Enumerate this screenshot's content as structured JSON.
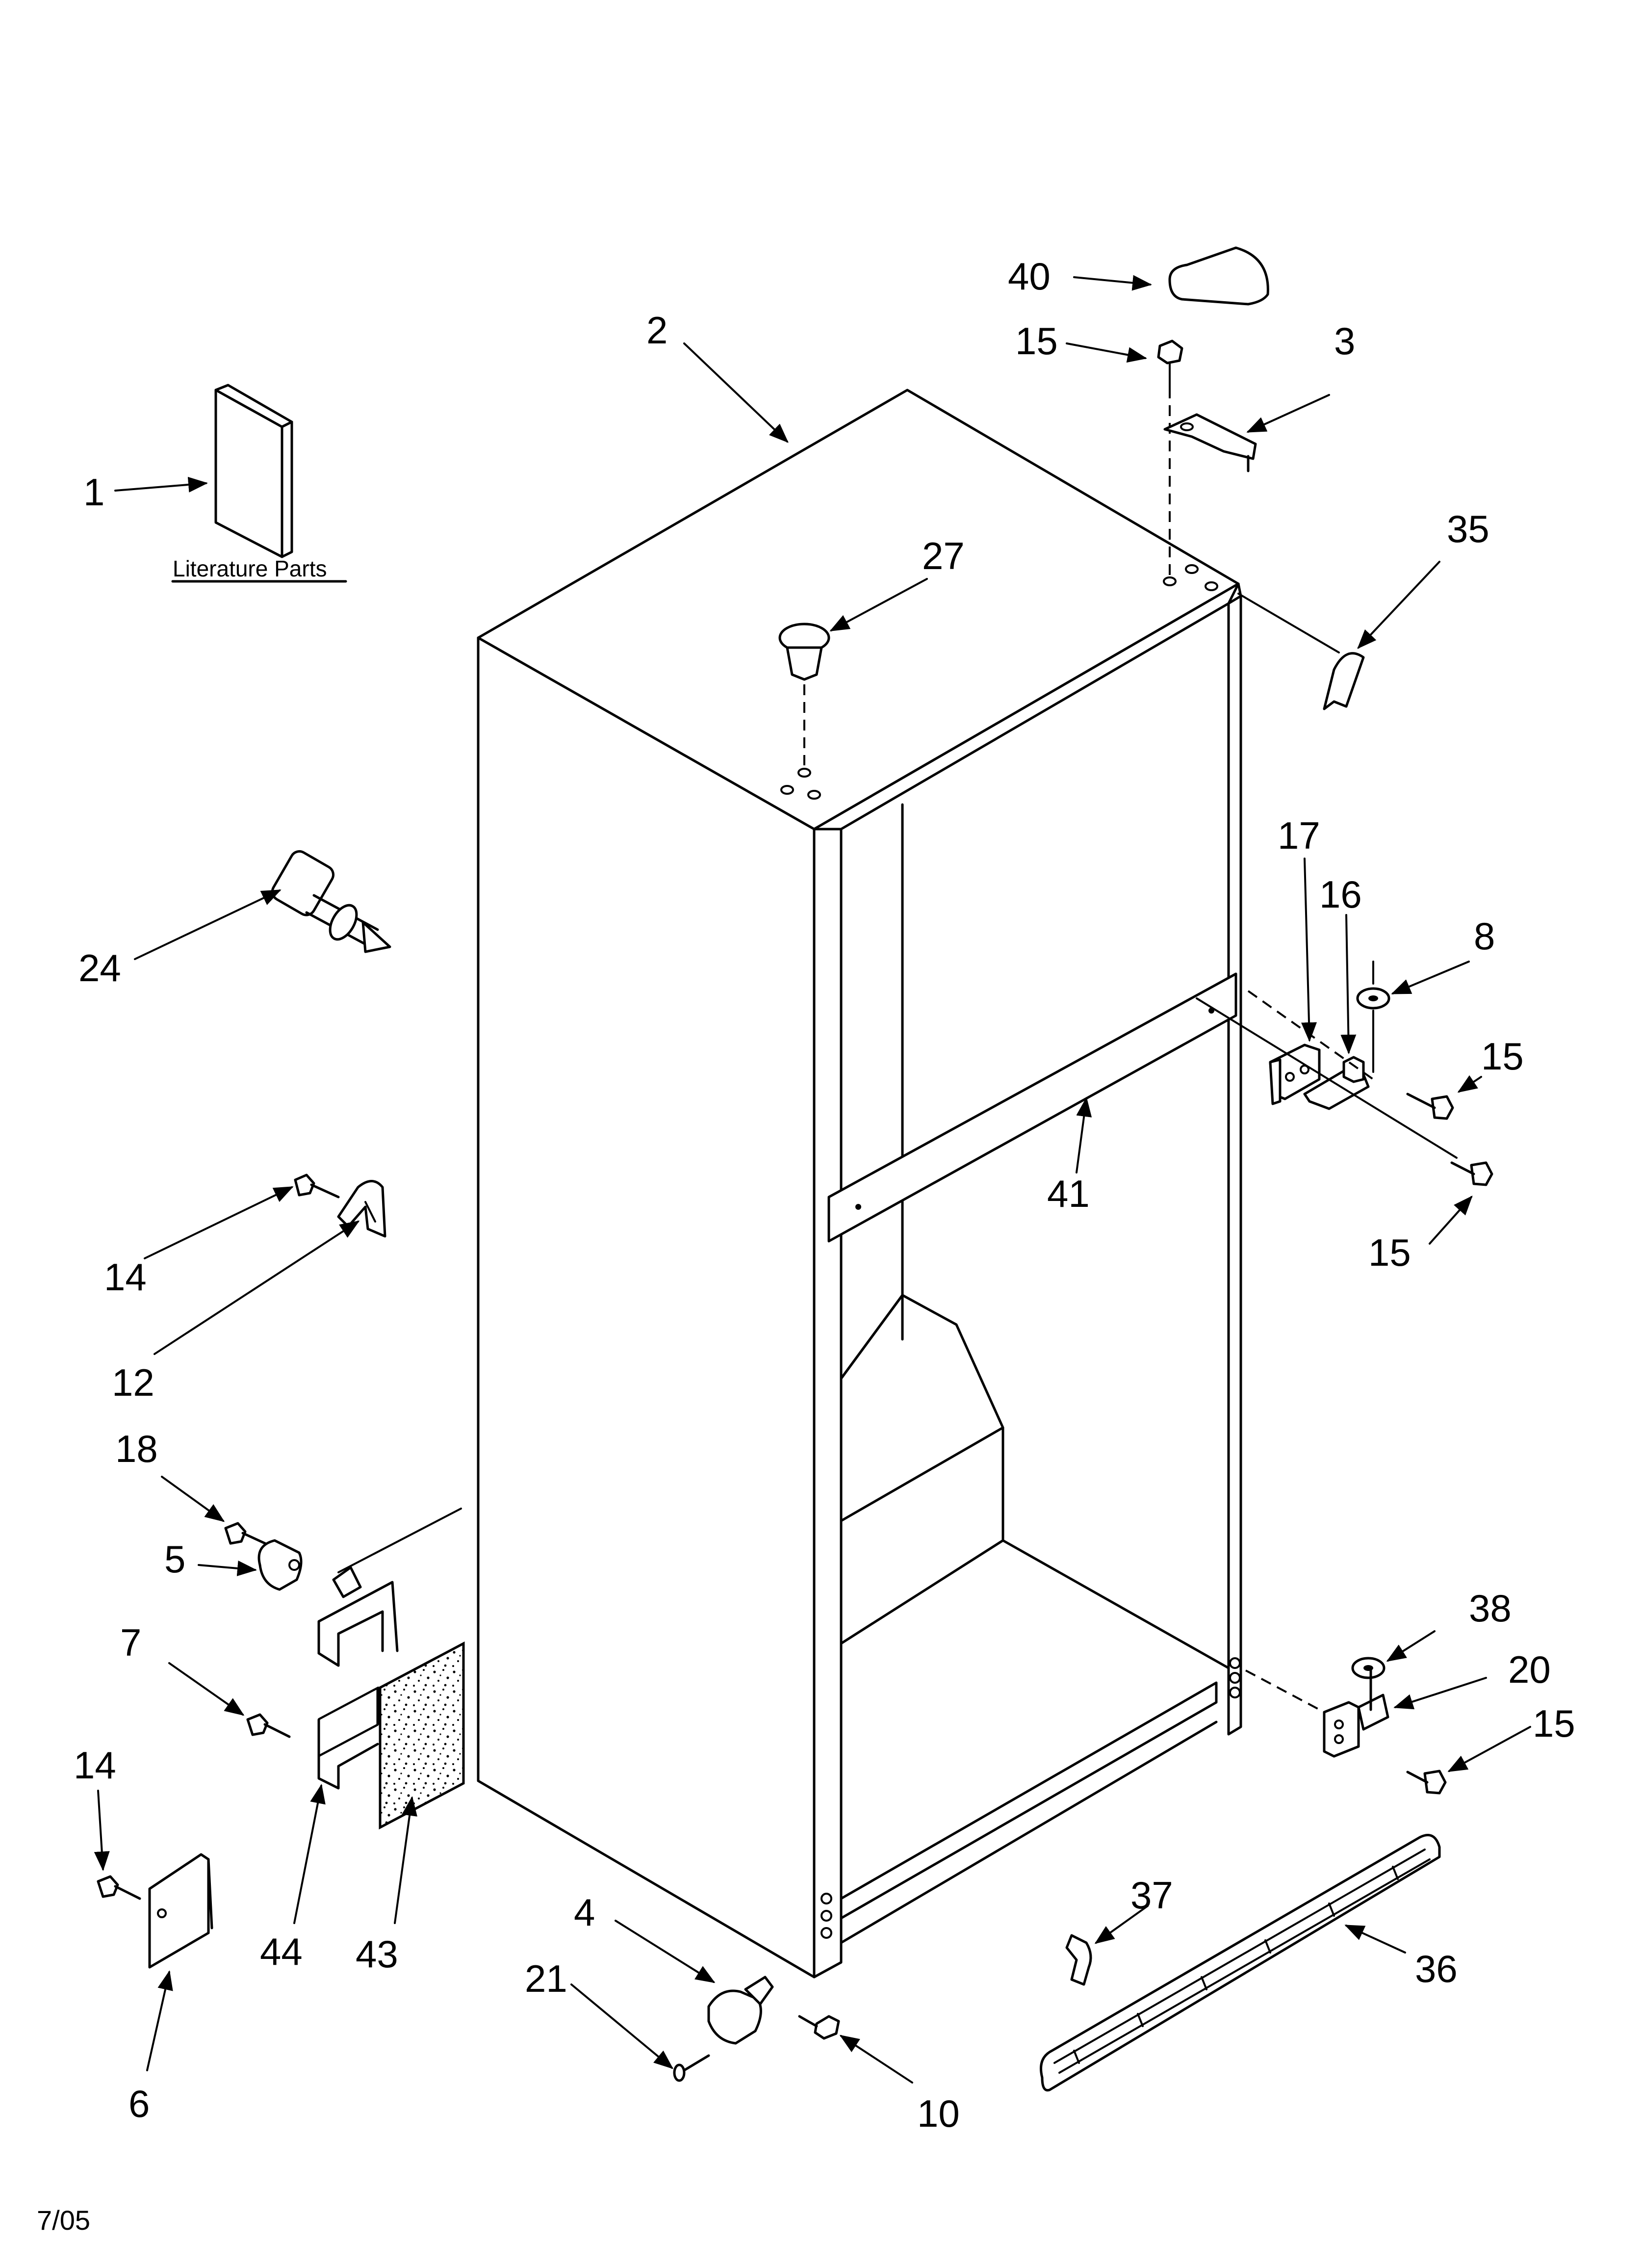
{
  "callouts": {
    "c1": "1",
    "c2": "2",
    "c3": "3",
    "c4": "4",
    "c5": "5",
    "c6": "6",
    "c7": "7",
    "c8": "8",
    "c10": "10",
    "c12": "12",
    "c14a": "14",
    "c14b": "14",
    "c15a": "15",
    "c15b": "15",
    "c15c": "15",
    "c15d": "15",
    "c16": "16",
    "c17": "17",
    "c18": "18",
    "c20": "20",
    "c21": "21",
    "c24": "24",
    "c27": "27",
    "c35": "35",
    "c36": "36",
    "c37": "37",
    "c38": "38",
    "c40": "40",
    "c41": "41",
    "c43": "43",
    "c44": "44"
  },
  "literature_label": "Literature Parts",
  "footer_date": "7/05"
}
